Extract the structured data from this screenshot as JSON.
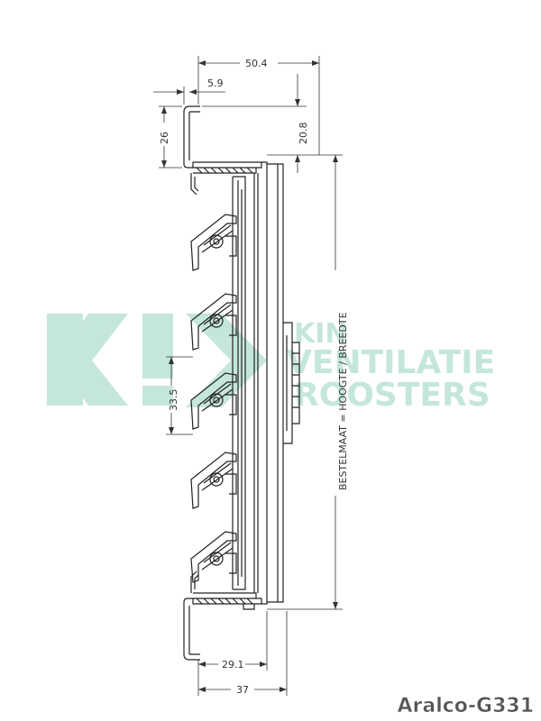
{
  "drawing": {
    "dimensions": {
      "top_width": "50.4",
      "flange": "5.9",
      "frame_height": "26",
      "offset": "20.8",
      "blade_pitch": "33.5",
      "inner_depth": "29.1",
      "depth": "37"
    },
    "order_size_label": "BESTELMAAT = HOOGTE / BREEDTE",
    "model_label": "Aralco-G331"
  },
  "watermark": {
    "line1": "KIN",
    "line2": "VENTILATIE",
    "line3": "ROOSTERS"
  },
  "colors": {
    "watermark": "#bfe4d8",
    "line": "#222222"
  }
}
